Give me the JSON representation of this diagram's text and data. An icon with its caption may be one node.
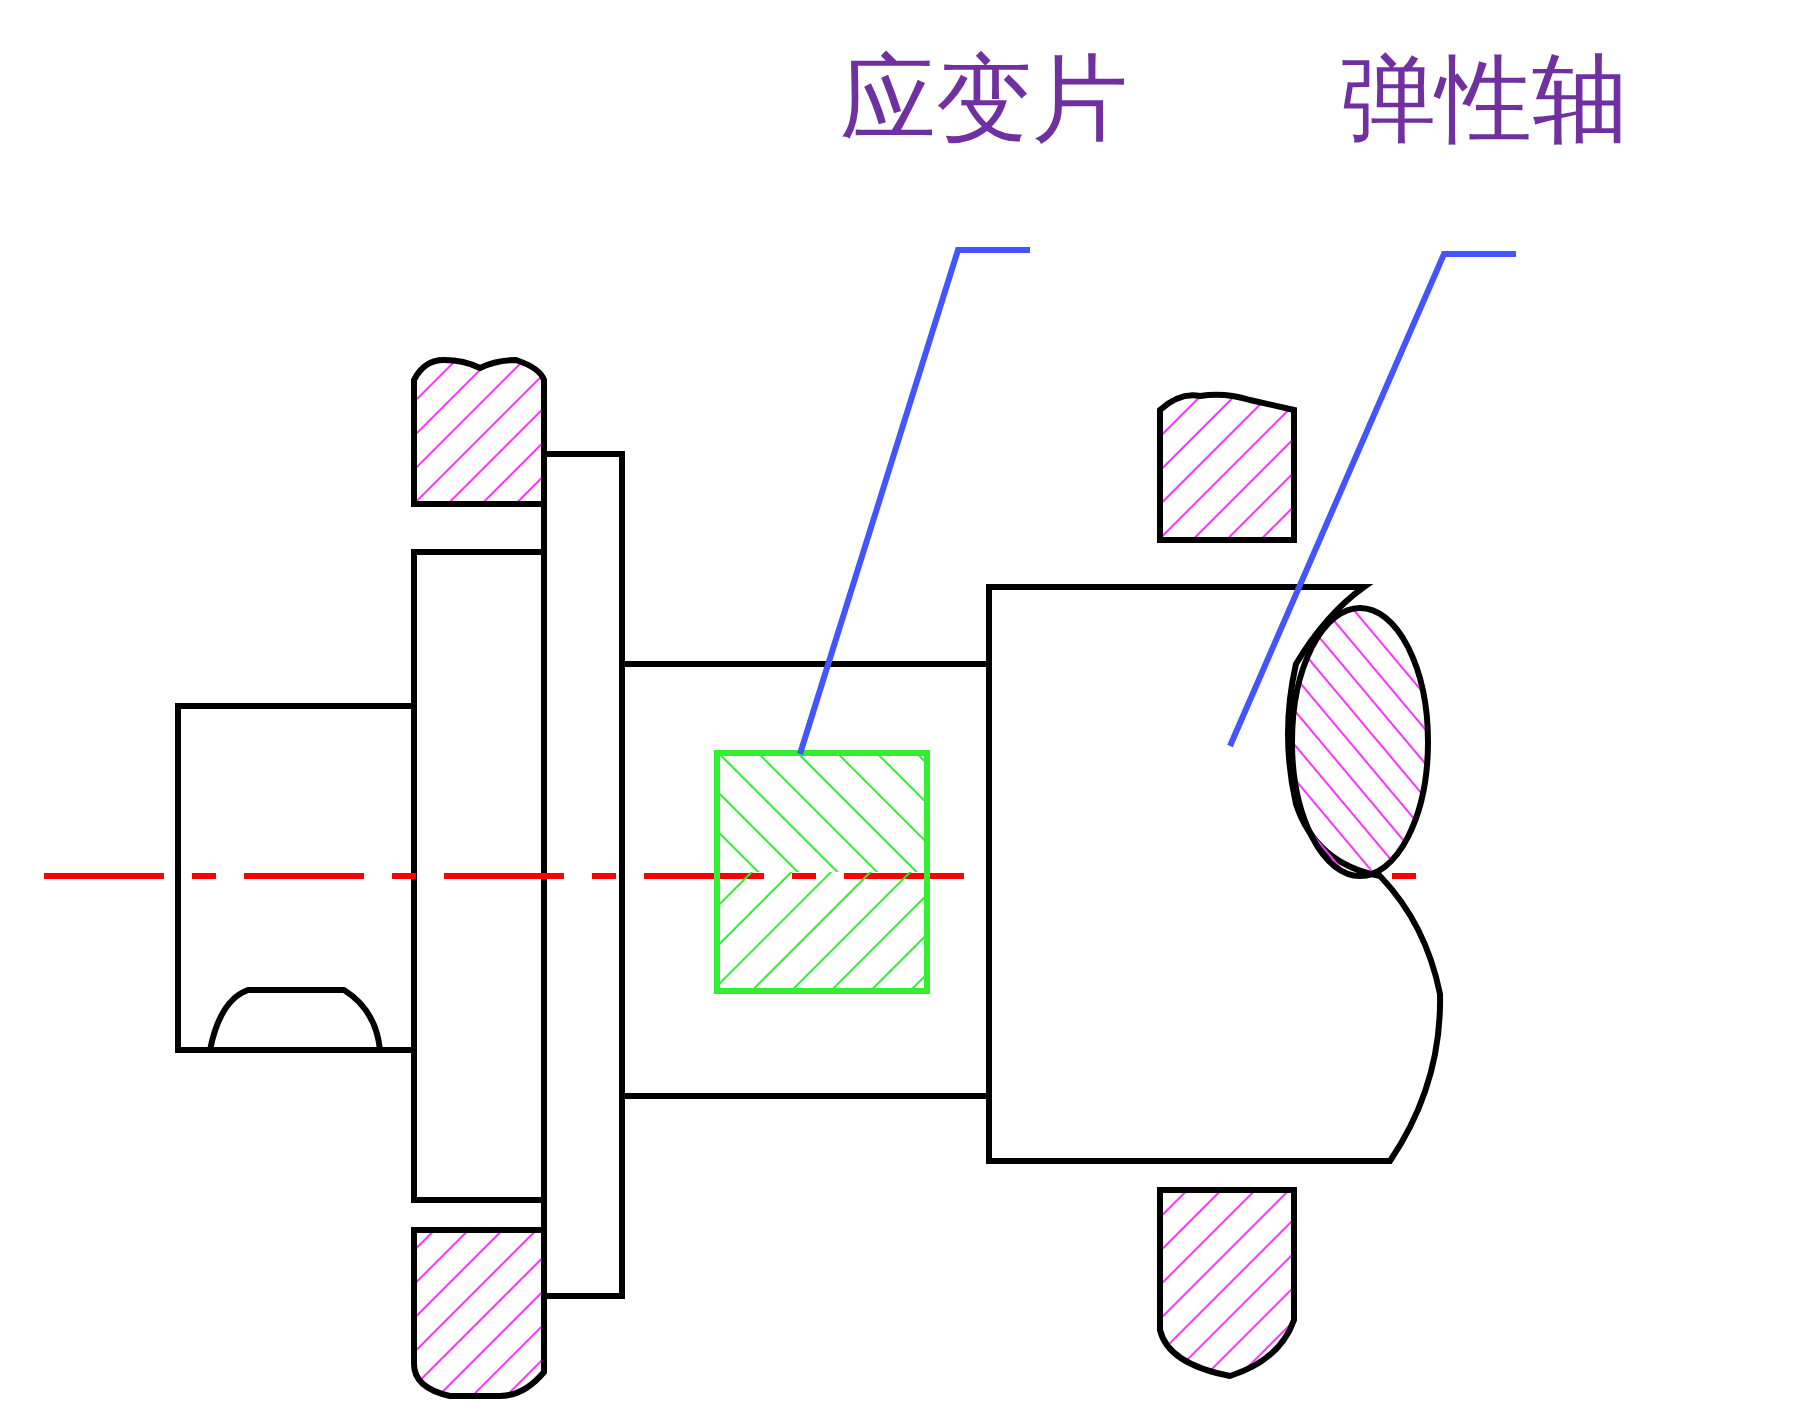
{
  "diagram": {
    "nodes": [
      {
        "text": [
          "应变片"
        ]
      },
      {
        "text": [
          "弹性轴"
        ]
      },
      {
        "text": [],
        "shape": "box"
      },
      {
        "text": [],
        "shape": "cylinder"
      }
    ],
    "edges": [
      {
        "from": 0,
        "to": 2,
        "arrow": "none"
      },
      {
        "from": 1,
        "to": 3,
        "arrow": "none"
      }
    ]
  }
}
